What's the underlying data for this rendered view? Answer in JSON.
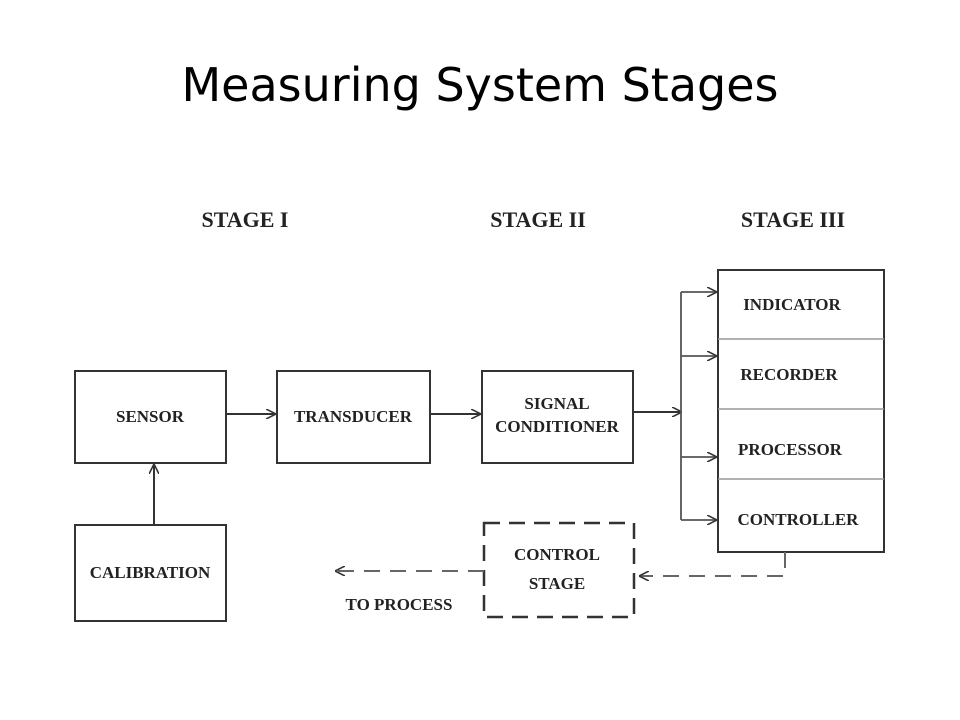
{
  "title": "Measuring System Stages",
  "stages": {
    "stage1": "STAGE I",
    "stage2": "STAGE II",
    "stage3": "STAGE III"
  },
  "blocks": {
    "sensor": "SENSOR",
    "transducer": "TRANSDUCER",
    "signal_conditioner_line1": "SIGNAL",
    "signal_conditioner_line2": "CONDITIONER",
    "calibration": "CALIBRATION",
    "indicator": "INDICATOR",
    "recorder": "RECORDER",
    "processor": "PROCESSOR",
    "controller": "CONTROLLER",
    "control_stage_line1": "CONTROL",
    "control_stage_line2": "STAGE"
  },
  "to_process": "TO PROCESS"
}
